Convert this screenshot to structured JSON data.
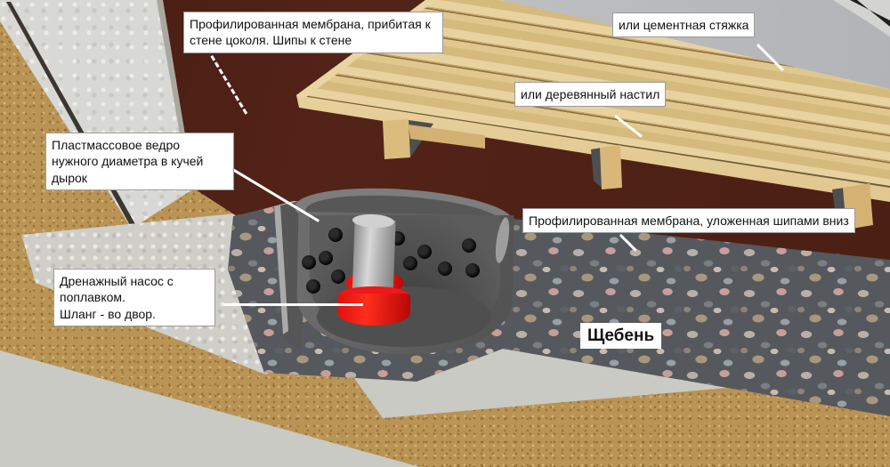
{
  "labels": {
    "membrane_wall": "Профилированная мембрана, прибитая к стене цоколя. Шипы к стене",
    "screed": "или цементная стяжка",
    "deck": "или деревянный настил",
    "bucket": "Пластмассовое ведро нужного диаметра в кучей дырок",
    "membrane_floor": "Профилированная мембрана, уложенная шипами вниз",
    "pump": "Дренажный насос с поплавком.\nШланг - во двор.",
    "gravel": "Щебень"
  },
  "colors": {
    "membrane": "#4e2116",
    "wood": "#ddc48c",
    "soil": "#b99455",
    "wall": "#d8d8d4",
    "footing": "#cfcec8",
    "screed": "#b4b5b7",
    "gravel_gap": "#55585c",
    "bucket": "#636363",
    "pump": "#e61212",
    "pipe": "#b5b5b5",
    "background": "#c9cac4",
    "leader_line": "#ffffff",
    "label_background": "#ffffff",
    "label_border": "#9b9b9b",
    "label_text": "#111111"
  }
}
